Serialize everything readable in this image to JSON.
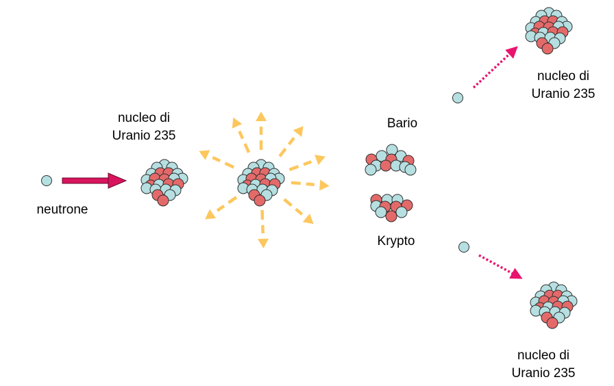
{
  "labels": {
    "neutron": "neutrone",
    "target_nucleus_line1": "nucleo di",
    "target_nucleus_line2": "Uranio 235",
    "barium": "Bario",
    "krypton": "Krypto",
    "product_top_line1": "nucleo di",
    "product_top_line2": "Uranio 235",
    "product_bottom_line1": "nucleo di",
    "product_bottom_line2": "Uranio 235"
  },
  "colors": {
    "neutron": "#b6dfe1",
    "proton": "#e46a6a",
    "outline": "#2f2f2f",
    "incoming_arrow": "#d8145e",
    "burst": "#fdc75e",
    "dotted_arrow": "#e8146e"
  },
  "icons": {
    "neutron": "neutron-icon",
    "nucleus": "nucleus-icon",
    "burst": "energy-burst-icon"
  }
}
